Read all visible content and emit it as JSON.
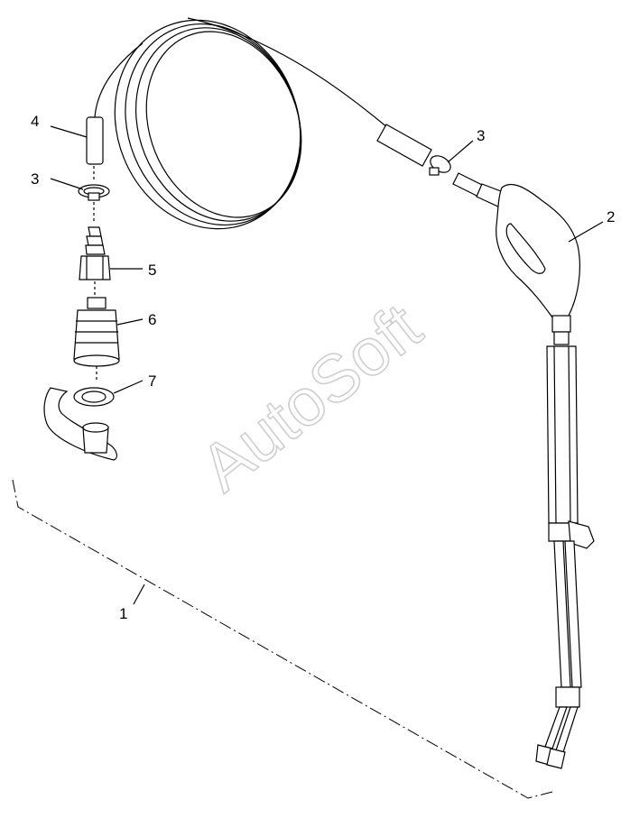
{
  "watermark": "AutoSoft",
  "callouts": {
    "c1": "1",
    "c2": "2",
    "c3a": "3",
    "c3b": "3",
    "c4": "4",
    "c5": "5",
    "c6": "6",
    "c7": "7"
  },
  "colors": {
    "line": "#000000",
    "watermark_outline": "#cfcfcf",
    "background": "#ffffff"
  }
}
